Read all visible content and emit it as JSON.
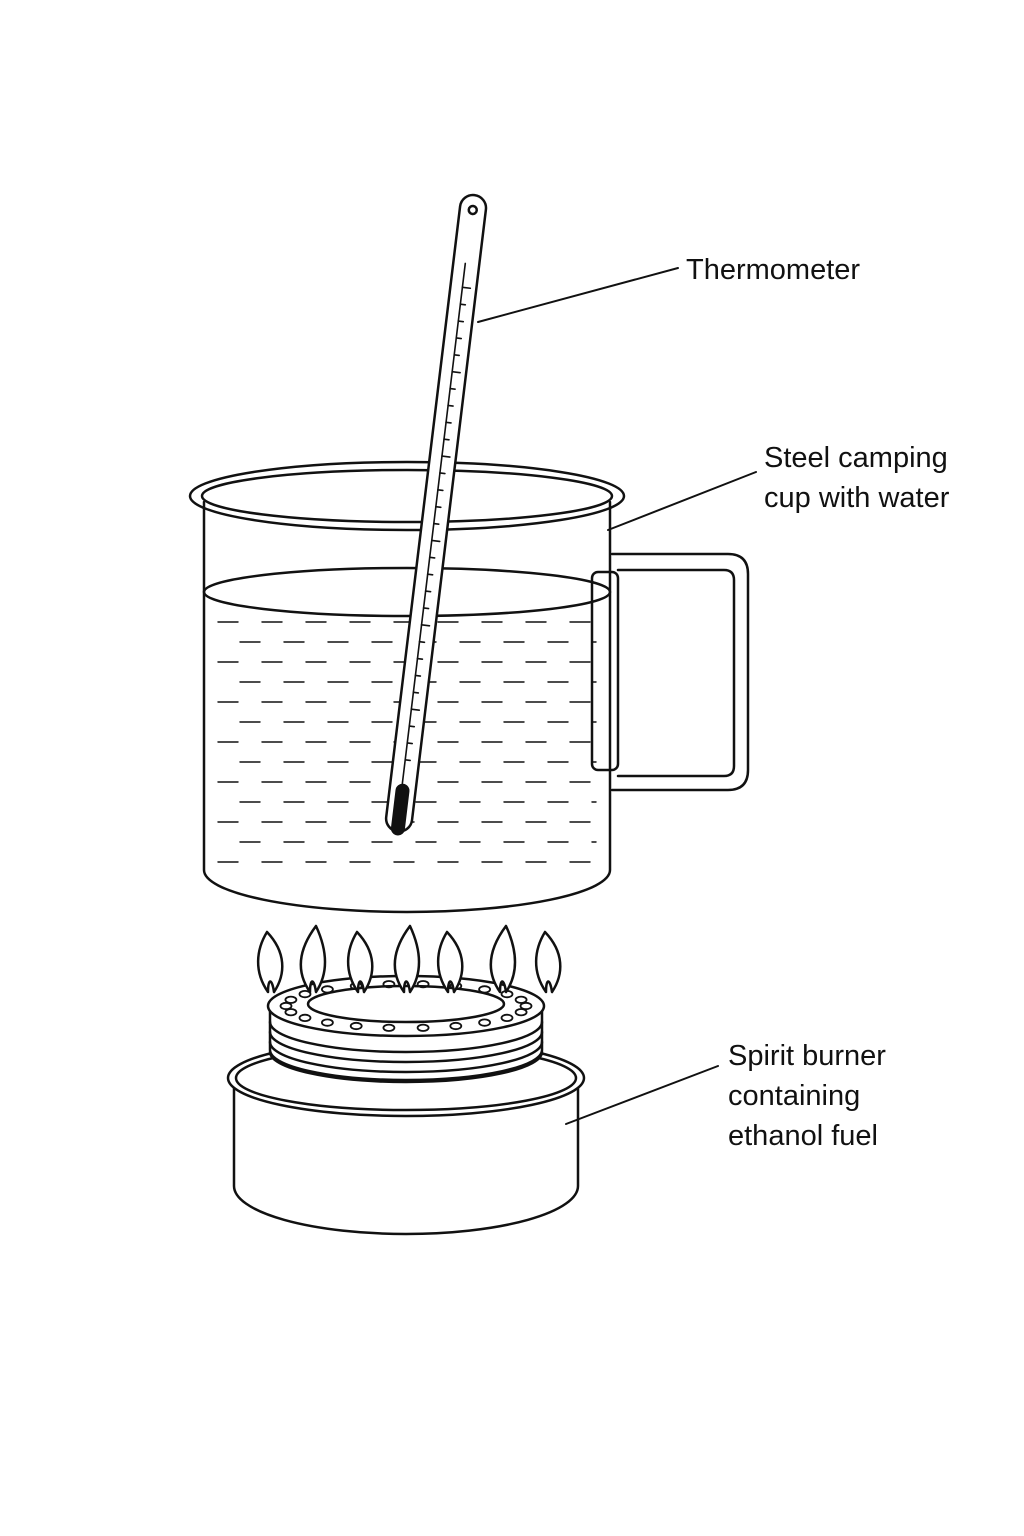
{
  "labels": {
    "thermometer": [
      "Thermometer"
    ],
    "cup": [
      "Steel camping",
      "cup with water"
    ],
    "burner": [
      "Spirit burner",
      "containing",
      "ethanol fuel"
    ]
  },
  "colors": {
    "ink": "#111111",
    "background": "#ffffff",
    "thermometer_bulb": "#111111"
  },
  "elements": {
    "flame_count": 7,
    "burner_ring_count": 4
  }
}
